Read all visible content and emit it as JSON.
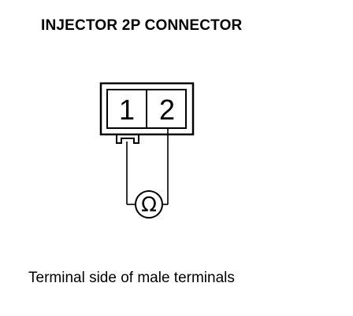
{
  "title": "INJECTOR 2P CONNECTOR",
  "connector": {
    "pins": [
      "1",
      "2"
    ]
  },
  "meter": {
    "symbol": "Ω",
    "icon": "ohmmeter-icon"
  },
  "caption": "Terminal side of male terminals",
  "colors": {
    "ink": "#000000",
    "background": "#ffffff"
  }
}
